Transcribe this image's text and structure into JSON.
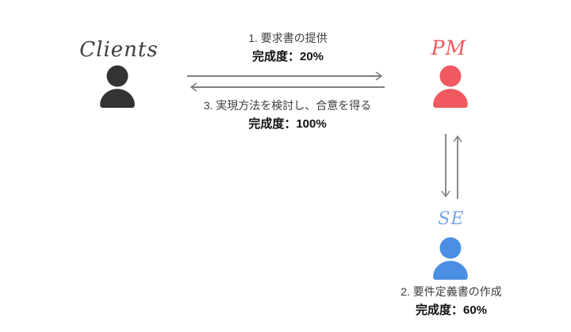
{
  "diagram": {
    "title_hint": "Clients-PM-SE requirements workflow sequence diagram",
    "background_color": "#ffffff",
    "arrow_color": "#7f7f7f",
    "actors": [
      {
        "id": "clients",
        "label": "Clients",
        "color": "#333333"
      },
      {
        "id": "pm",
        "label": "PM",
        "color": "#f0595f"
      },
      {
        "id": "se",
        "label": "SE",
        "color": "#4a8fe3"
      }
    ],
    "steps": [
      {
        "number": "1",
        "title": "1. 要求書の提供",
        "completion": "完成度：20%",
        "from": "clients",
        "to": "pm"
      },
      {
        "number": "2",
        "title": "2. 要件定義書の作成",
        "completion": "完成度：60%",
        "from": "pm",
        "to": "se"
      },
      {
        "number": "3",
        "title": "3. 実現方法を検討し、合意を得る",
        "completion": "完成度：100%",
        "from": "pm",
        "to": "clients"
      }
    ]
  }
}
